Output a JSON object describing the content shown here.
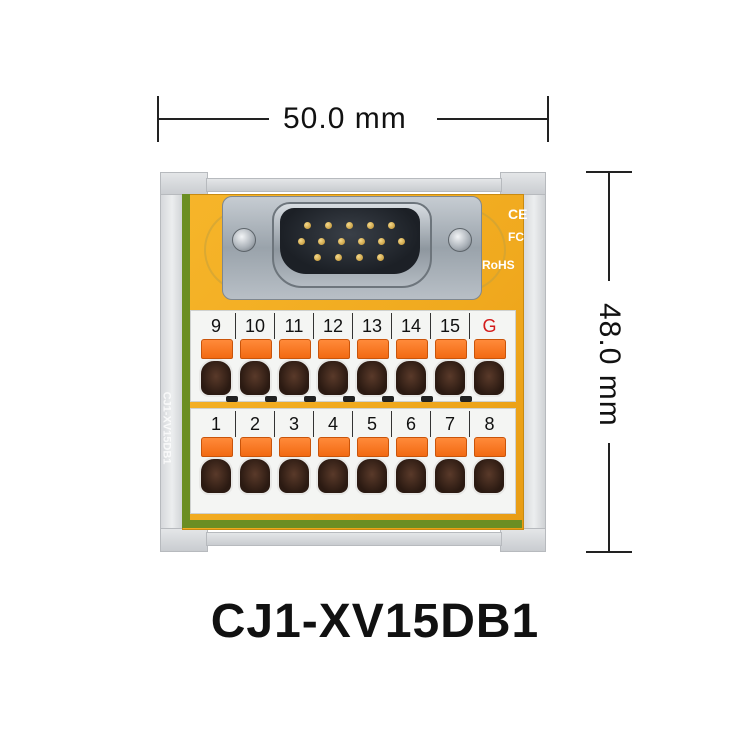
{
  "dimensions": {
    "width_label": "50.0 mm",
    "height_label": "48.0 mm"
  },
  "board": {
    "marks": {
      "ce": "CE",
      "fc": "FC",
      "rohs": "RoHS"
    },
    "side_text": "CJ1-XV15DB1",
    "top_terminals": [
      "9",
      "10",
      "11",
      "12",
      "13",
      "14",
      "15",
      "G"
    ],
    "bottom_terminals": [
      "1",
      "2",
      "3",
      "4",
      "5",
      "6",
      "7",
      "8"
    ]
  },
  "product": {
    "title": "CJ1-XV15DB1"
  },
  "colors": {
    "pcb": "#f0a91e",
    "lever": "#f26a12",
    "ground_label": "#d31b1b",
    "rail": "#d6d8db"
  }
}
